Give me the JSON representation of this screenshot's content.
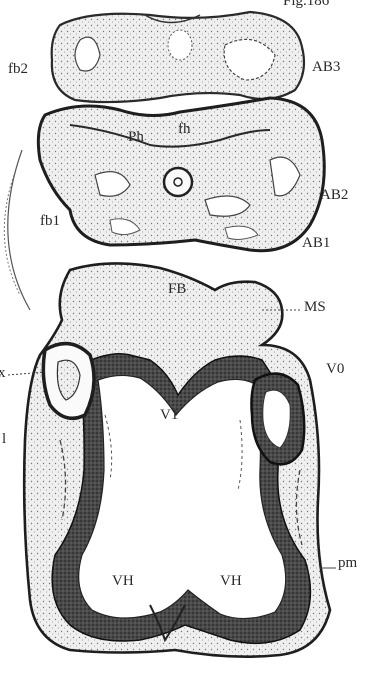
{
  "figure": {
    "caption_fragment": "Fig.186",
    "colors": {
      "ink": "#2a2a2a",
      "stipple": "#6a6a6a",
      "tissue": "#ececec",
      "background": "#ffffff"
    },
    "labels": {
      "fb2": "fb2",
      "ab3": "AB3",
      "ph": "Ph",
      "fh": "fh",
      "fb1": "fb1",
      "ab2": "AB2",
      "ab1": "AB1",
      "fb": "FB",
      "ms": "MS",
      "x": "x",
      "v0": "V0",
      "v1": "V1",
      "l": "l",
      "vh_left": "VH",
      "vh_right": "VH",
      "pm": "pm"
    }
  }
}
